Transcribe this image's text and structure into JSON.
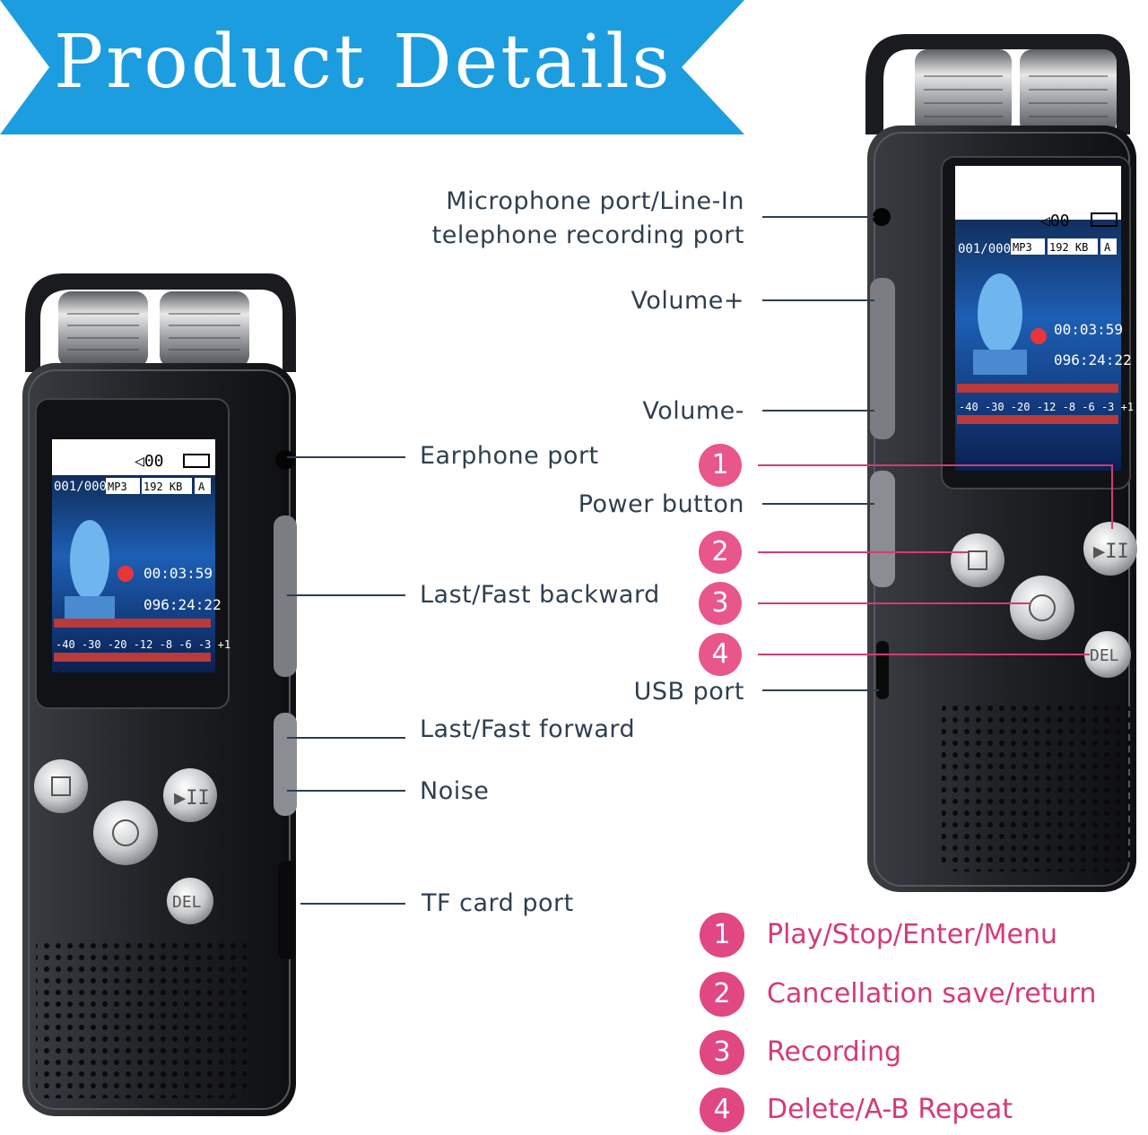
{
  "banner": {
    "title": "Product Details"
  },
  "colors": {
    "banner_blue": "#1c9de0",
    "accent_pink": "#e04783",
    "callout_text": "#2f3f4f"
  },
  "left_device_callouts": [
    {
      "id": "earphone",
      "label": "Earphone port"
    },
    {
      "id": "last-fast-backward",
      "label": "Last/Fast backward"
    },
    {
      "id": "last-fast-forward",
      "label": "Last/Fast forward"
    },
    {
      "id": "noise",
      "label": "Noise"
    },
    {
      "id": "tf-card",
      "label": "TF card port"
    }
  ],
  "right_device_callouts": {
    "microphone_line1": "Microphone port/Line-In",
    "microphone_line2": "telephone recording port",
    "volume_plus": "Volume+",
    "volume_minus": "Volume-",
    "power": "Power button",
    "usb": "USB port"
  },
  "numbered_badges": [
    "1",
    "2",
    "3",
    "4"
  ],
  "legend": [
    {
      "num": "1",
      "text": "Play/Stop/Enter/Menu"
    },
    {
      "num": "2",
      "text": "Cancellation save/return"
    },
    {
      "num": "3",
      "text": "Recording"
    },
    {
      "num": "4",
      "text": "Delete/A-B Repeat"
    }
  ],
  "screen": {
    "file_index": "001/000",
    "format": "MP3",
    "bitrate": "192 KB",
    "mode": "A",
    "elapsed": "00:03:59",
    "remaining": "096:24:22",
    "scale": "-40 -30 -20 -12 -8 -6 -3 +1",
    "volume_icon": "◁00"
  },
  "buttons": {
    "del_label": "DEL"
  }
}
